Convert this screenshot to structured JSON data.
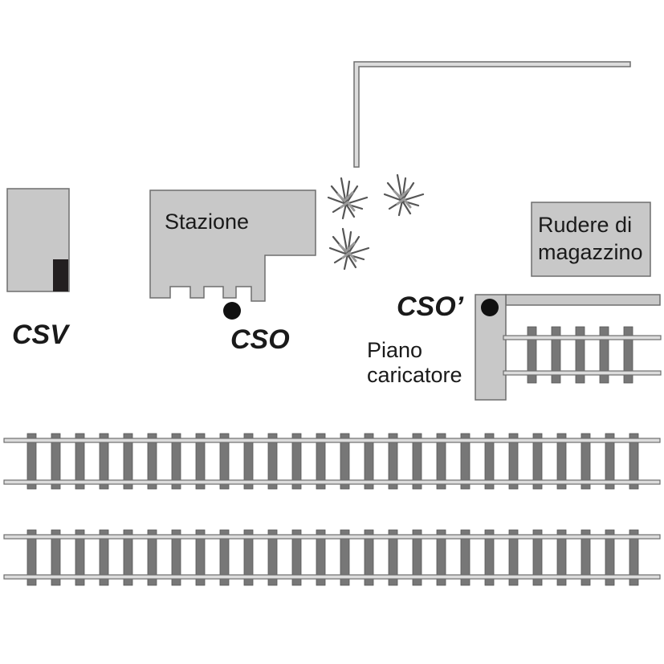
{
  "labels": {
    "stazione": "Stazione",
    "rudere_line1": "Rudere di",
    "rudere_line2": "magazzino",
    "csv": "CSV",
    "cso": "CSO",
    "cso_prime": "CSO’",
    "piano_line1": "Piano",
    "piano_line2": "caricatore"
  },
  "colors": {
    "building_fill": "#c8c8c8",
    "outline": "#6e6e6e",
    "rail_fill": "#dcdcdc",
    "sleeper_fill": "#777777",
    "dark_block": "#231f20",
    "marker": "#111111",
    "text": "#1a1a1a"
  },
  "icons": {
    "plant": "grass-tuft-icon",
    "marker": "position-dot-icon"
  }
}
